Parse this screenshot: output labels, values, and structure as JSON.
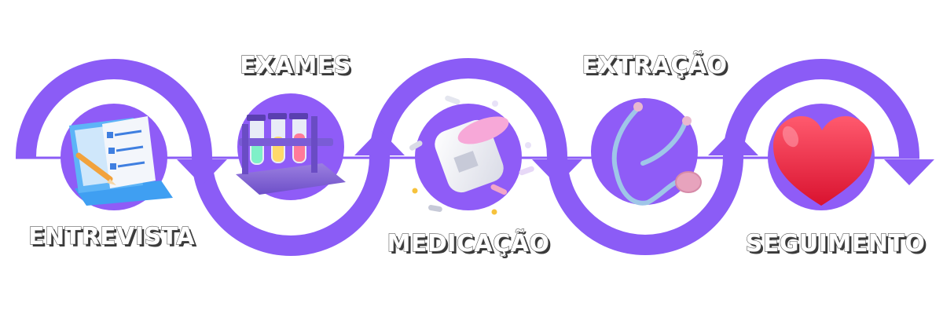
{
  "colors": {
    "ribbon": "#8b5cf6",
    "circle": "#8f5cf7",
    "text_fill": "#ffffff",
    "text_shadow": "#3a3a3a"
  },
  "steps": [
    {
      "label": "ENTREVISTA",
      "icon": "clipboard-laptop-icon"
    },
    {
      "label": "EXAMES",
      "icon": "test-tubes-icon"
    },
    {
      "label": "MEDICAÇÃO",
      "icon": "pill-jar-icon"
    },
    {
      "label": "EXTRAÇÃO",
      "icon": "stethoscope-icon"
    },
    {
      "label": "SEGUIMENTO",
      "icon": "heart-icon"
    }
  ]
}
